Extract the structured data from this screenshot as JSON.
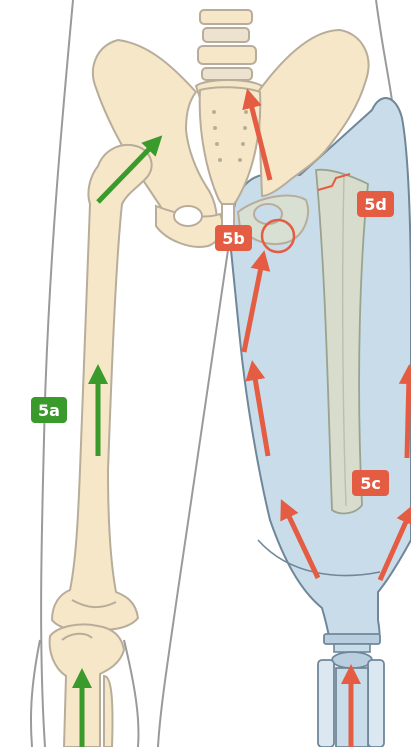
{
  "colors": {
    "bone": "#f6e7c9",
    "bone_stroke": "#b8ad9a",
    "skin_stroke": "#9a9a9a",
    "prosthesis": "#c9dcea",
    "prosthesis_stroke": "#6f8798",
    "rod": "#d7dccd",
    "green": "#3a9a2c",
    "red": "#e45d43",
    "label_text": "#ffffff"
  },
  "labels": {
    "a": "5a",
    "b": "5b",
    "c": "5c",
    "d": "5d"
  }
}
